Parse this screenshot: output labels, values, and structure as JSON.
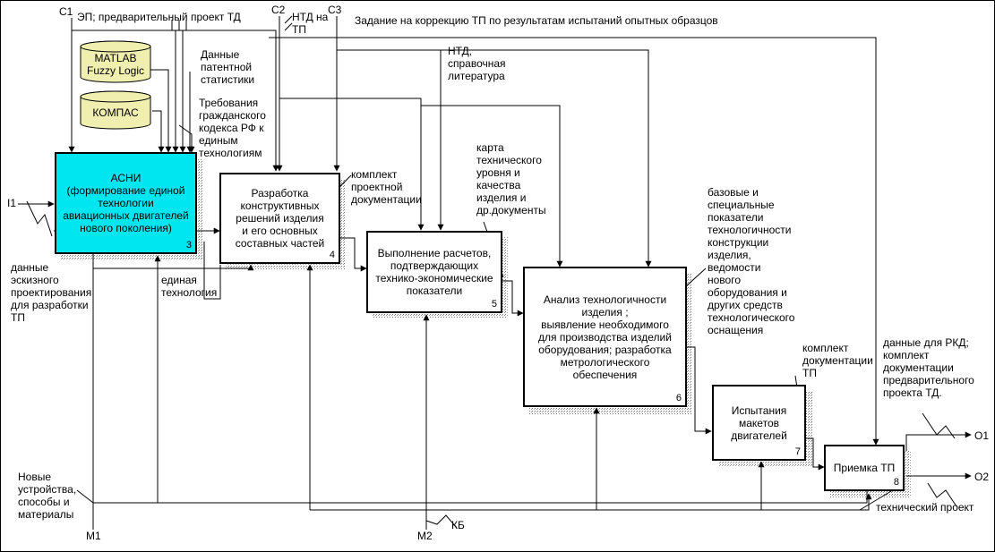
{
  "boxes": [
    {
      "id": "3",
      "title": "АСНИ\n(формирование единой\nтехнологии\nавиационных двигателей\nнового поколения)",
      "number": "3",
      "color": "#00e6f0"
    },
    {
      "id": "4",
      "title": "Разработка\nконструктивных\nрешений изделия\nи его основных\nсоставных частей",
      "number": "4"
    },
    {
      "id": "5",
      "title": "Выполнение расчетов,\nподтверждающих\nтехнико-экономические\nпоказатели",
      "number": "5"
    },
    {
      "id": "6",
      "title": "Анализ технологичности\nизделия ;\nвыявление необходимого\nдля производства изделий\nоборудования; разработка\nметрологического\nобеспечения",
      "number": "6"
    },
    {
      "id": "7",
      "title": "Испытания\nмакетов\nдвигателей",
      "number": "7"
    },
    {
      "id": "8",
      "title": "Приемка ТП",
      "number": "8"
    }
  ],
  "databases": [
    {
      "name": "MATLAB\nFuzzy Logic"
    },
    {
      "name": "КОМПАС"
    }
  ],
  "labels": {
    "c1": "С1",
    "c1_text": "ЭП; предварительный проект ТД",
    "c2": "С2",
    "c2_text": "НТД на\nТП",
    "c3": "С3",
    "c3_text": "Задание на коррекцию ТП по результатам испытаний опытных образцов",
    "patent": "Данные\nпатентной\nстатистики",
    "ntd_ref": "НТД,\nсправочная\nлитература",
    "civil_code": "Требования\nгражданского\nкодекса РФ к\nединым\nтехнологиям",
    "i1": "I1",
    "i1_text": "данные\nэскизного\nпроектирования\nдля разработки\nТП",
    "unified_tech": "единая\nтехнология",
    "project_docs": "комплект\nпроектной\nдокументации",
    "tech_map": "карта\nтехнического\nуровня и\nкачества\nизделия и\nдр.документы",
    "base_indicators": "базовые и\nспециальные\nпоказатели\nтехнологичности\nконструкции\nизделия,\nведомости\nнового\nоборудования и\nдругих средств\nтехнологического\nоснащения",
    "tp_docs": "комплект\nдокументации\nТП",
    "rkd_data": "данные для РКД;\nкомплект\nдокументации\nпредварительного\nпроекта ТД.",
    "o1": "О1",
    "o2": "О2",
    "tech_project": "технический проект",
    "new_devices": "Новые\nустройства,\nспособы и\nматериалы",
    "m1": "М1",
    "m2": "М2",
    "kb": "КБ"
  }
}
